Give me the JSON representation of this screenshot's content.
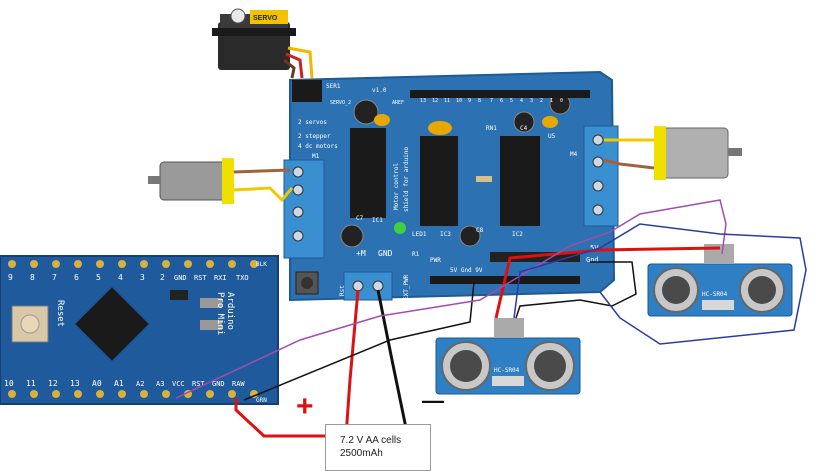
{
  "servo": {
    "label": "SERVO"
  },
  "shield": {
    "version": "v1.0",
    "ser1": "SER1",
    "servo2": "SERVO_2",
    "servos": "2 servos",
    "steppers": "2 stepper",
    "dc_motors": "4 dc motors",
    "m1": "M1",
    "m4": "M4",
    "aref": "AREF",
    "header_nums": [
      "13",
      "12",
      "11",
      "10",
      "9",
      "8",
      "7",
      "6",
      "5",
      "4",
      "3",
      "2",
      "1",
      "0"
    ],
    "motor_text": "Motor control",
    "shield_text": "shield for arduino",
    "ic1": "IC1",
    "ic2": "IC2",
    "ic3": "IC3",
    "c7": "C7",
    "c8": "C8",
    "c4": "C4",
    "u5": "U5",
    "rn1": "RN1",
    "led1": "LED1",
    "r1": "R1",
    "plus_m": "+M",
    "gnd": "GND",
    "pwr": "PWR",
    "ext_pwr": "EXT_PWR",
    "power_pins": "5V Gnd 9V",
    "rst_label": "Rst",
    "fivev": "5V",
    "gnd2": "Gnd"
  },
  "arduino": {
    "top_pins": [
      "9",
      "8",
      "7",
      "6",
      "5",
      "4",
      "3",
      "2",
      "GND",
      "RST",
      "RXI",
      "TXO"
    ],
    "bottom_pins": [
      "10",
      "11",
      "12",
      "13",
      "A0",
      "A1",
      "A2",
      "A3",
      "VCC",
      "RST",
      "GND",
      "RAW"
    ],
    "brand": "Arduino",
    "model": "Pro Mini",
    "reset": "Reset",
    "blk": "BLK",
    "grn": "GRN"
  },
  "sensors": [
    {
      "label": "HC-SR04"
    },
    {
      "label": "HC-SR04"
    }
  ],
  "battery": {
    "plus": "+",
    "minus": "—",
    "line1": "7.2 V AA cells",
    "line2": "2500mAh"
  },
  "colors": {
    "board_blue": "#2c72b2",
    "board_edge": "#1e5a94",
    "arduino_blue": "#1f5b9c",
    "wire_red": "#dd1111",
    "wire_black": "#111111",
    "wire_purple": "#a34cb0",
    "wire_navy": "#2a3aa8",
    "wire_brown": "#a0623a",
    "wire_yellow": "#f0c800"
  }
}
